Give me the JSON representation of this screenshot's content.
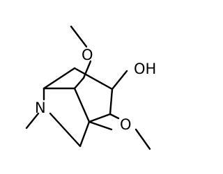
{
  "structure": {
    "atoms": {
      "o_top": "O",
      "oh": "OH",
      "n": "N",
      "o_bottom": "O"
    }
  }
}
